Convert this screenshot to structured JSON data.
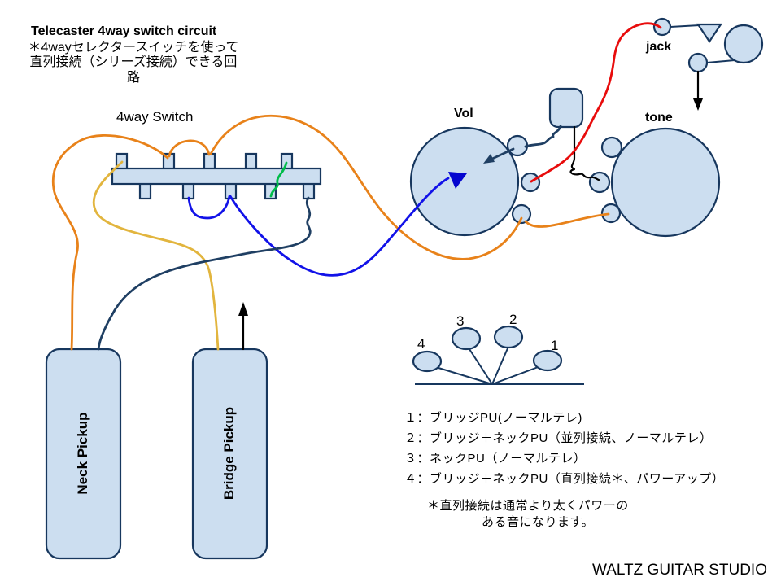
{
  "title": "Telecaster 4way switch circuit",
  "subtitle": {
    "line1": "＊4wayセレクタースイッチを使って",
    "line2": "直列接続（シリーズ接続）できる回",
    "line3": "路"
  },
  "labels": {
    "switch": "4way Switch",
    "volume": "Vol",
    "jack": "jack",
    "tone": "tone",
    "neck_pickup": "Neck Pickup",
    "bridge_pickup": "Bridge Pickup"
  },
  "selector": {
    "positions": [
      "4",
      "3",
      "2",
      "1"
    ]
  },
  "legend": {
    "lines": [
      "１：ブリッジPU(ノーマルテレ)",
      "２：ブリッジ＋ネックPU（並列接続、ノーマルテレ）",
      "３：ネックPU（ノーマルテレ）",
      "４：ブリッジ＋ネックPU（直列接続＊、パワーアップ）"
    ]
  },
  "note": {
    "line1": "＊直列接続は通常より太くパワーの",
    "line2": "ある音になります。"
  },
  "footer": "WALTZ GUITAR STUDIO",
  "colors": {
    "component_fill": "#CCDEF0",
    "component_stroke": "#17375E",
    "wire_orange": "#E8821A",
    "wire_yellow": "#E2B53E",
    "wire_blue": "#1212E8",
    "wire_navy": "#1F3F63",
    "wire_green": "#00BC4A",
    "wire_red": "#E80C0C",
    "wire_black": "#000000"
  }
}
